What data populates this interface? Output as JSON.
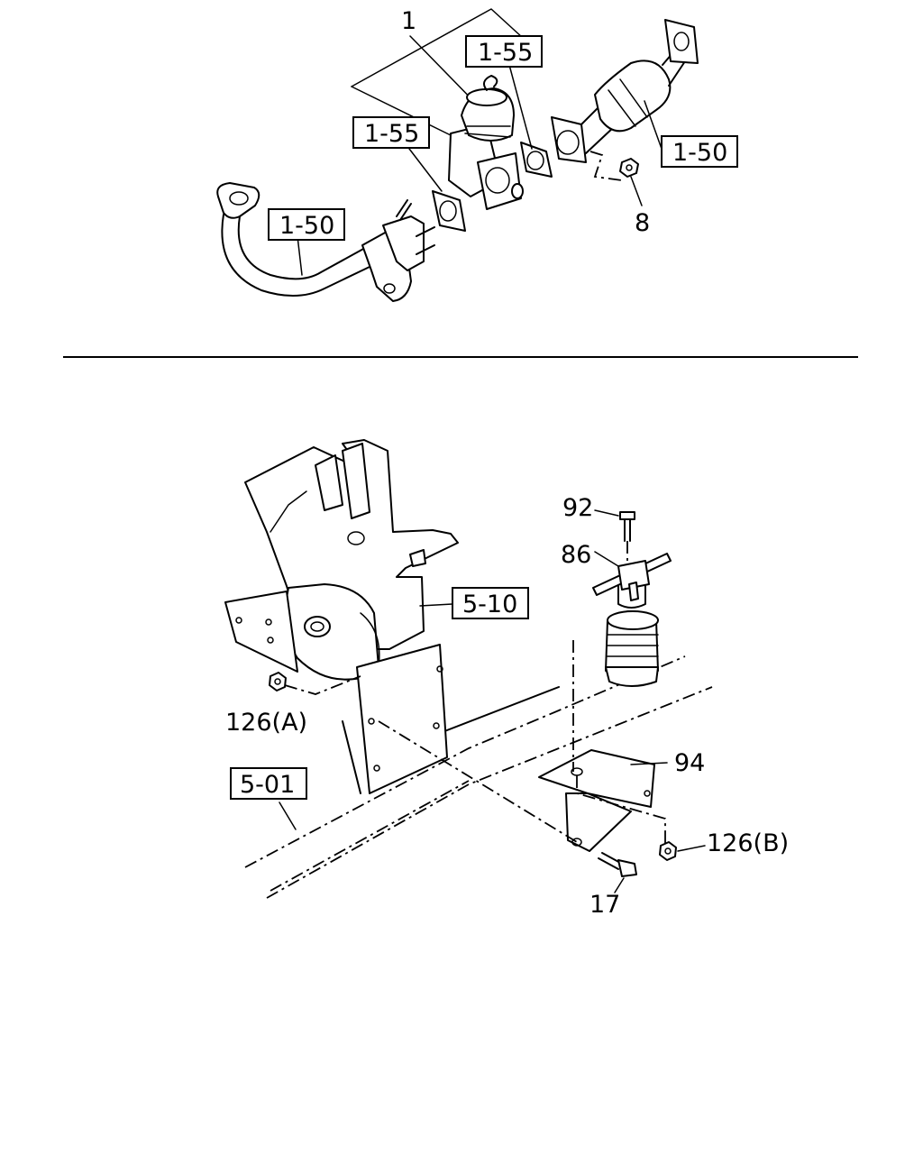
{
  "callouts": {
    "part_1": "1",
    "part_8": "8",
    "part_92": "92",
    "part_86": "86",
    "part_94": "94",
    "part_17": "17",
    "part_126a": "126(A)",
    "part_126b": "126(B)"
  },
  "references": {
    "ref_1_55_top": "1-55",
    "ref_1_55_left": "1-55",
    "ref_1_50_right": "1-50",
    "ref_1_50_left": "1-50",
    "ref_5_10": "5-10",
    "ref_5_01": "5-01"
  }
}
